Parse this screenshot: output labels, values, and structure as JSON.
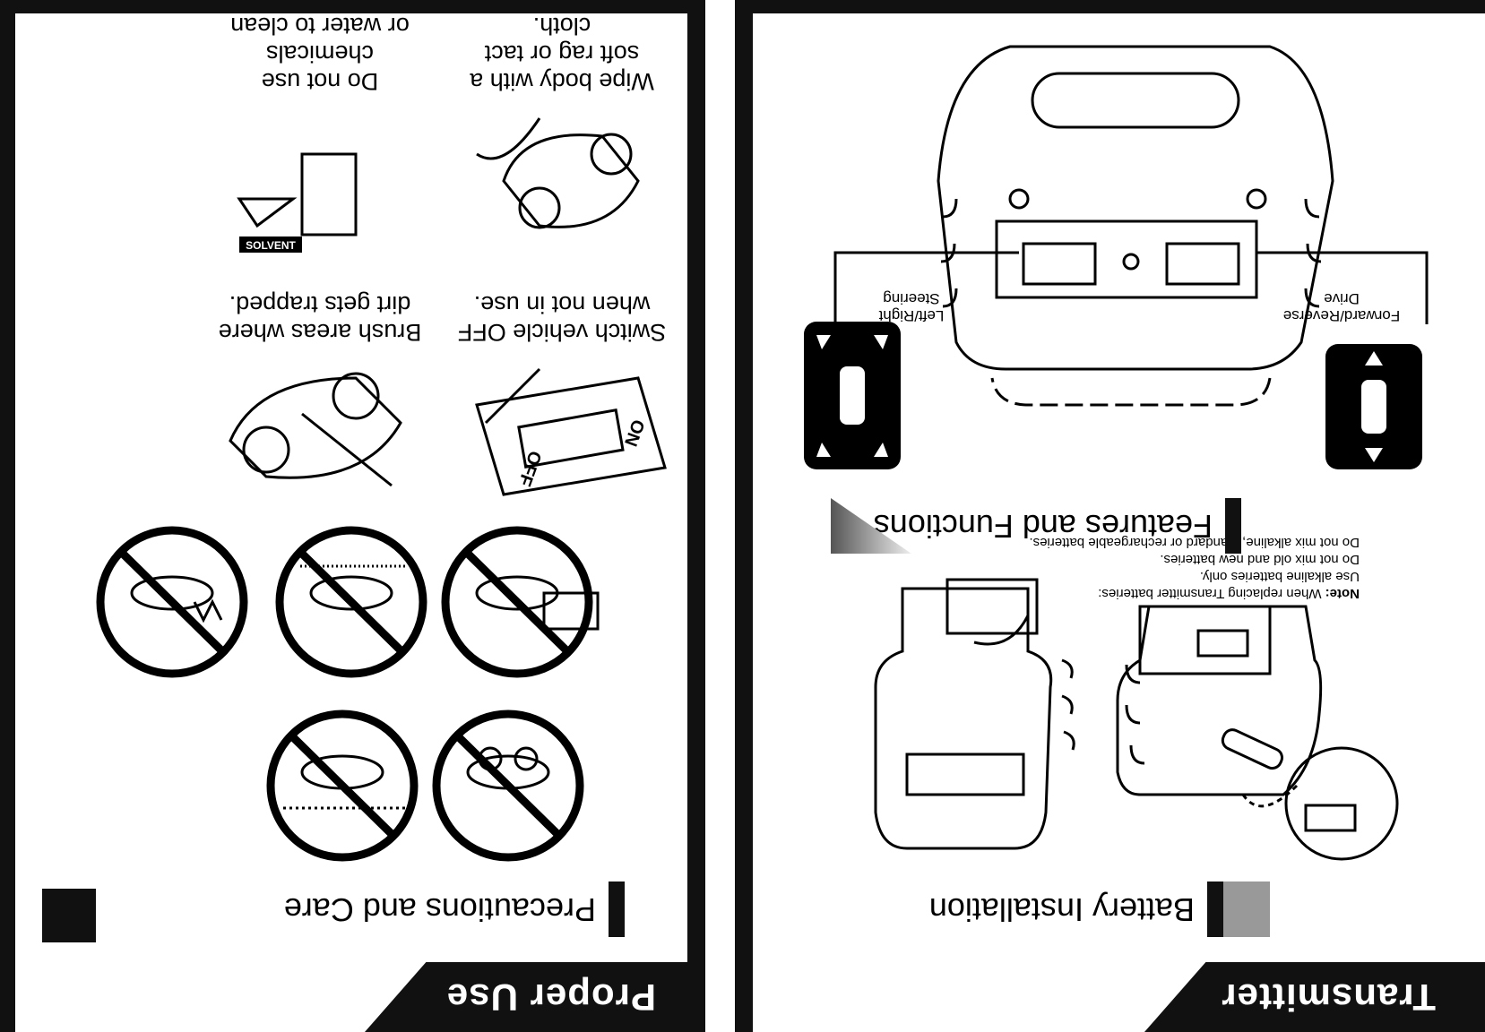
{
  "left_page": {
    "tab": "Proper Use",
    "section": "Precautions and Care",
    "captions": {
      "wipe": [
        "Wipe body with a",
        "soft rag or tact cloth."
      ],
      "chemicals": [
        "Do not use chemicals",
        "or water to clean"
      ],
      "switch": [
        "Switch vehicle OFF",
        "when not in use."
      ],
      "brush": [
        "Brush areas where",
        "dirt gets trapped."
      ]
    },
    "switch_labels": {
      "off": "OFF",
      "on": "ON"
    },
    "solvent_label": "SOLVENT"
  },
  "right_page": {
    "tab": "Transmitter",
    "battery_section": "Battery Installation",
    "features_section": "Features and Functions",
    "note": {
      "lead": "Note:",
      "lines": [
        "When replacing Transmitter batteries:",
        "Use alkaline batteries only.",
        "Do not mix old and new batteries.",
        "Do not mix alkaline, standard or rechargeable batteries."
      ]
    },
    "controls": {
      "steering": [
        "Left/Right",
        "Steering"
      ],
      "drive": [
        "Forward/Reverse",
        "Drive"
      ]
    }
  }
}
